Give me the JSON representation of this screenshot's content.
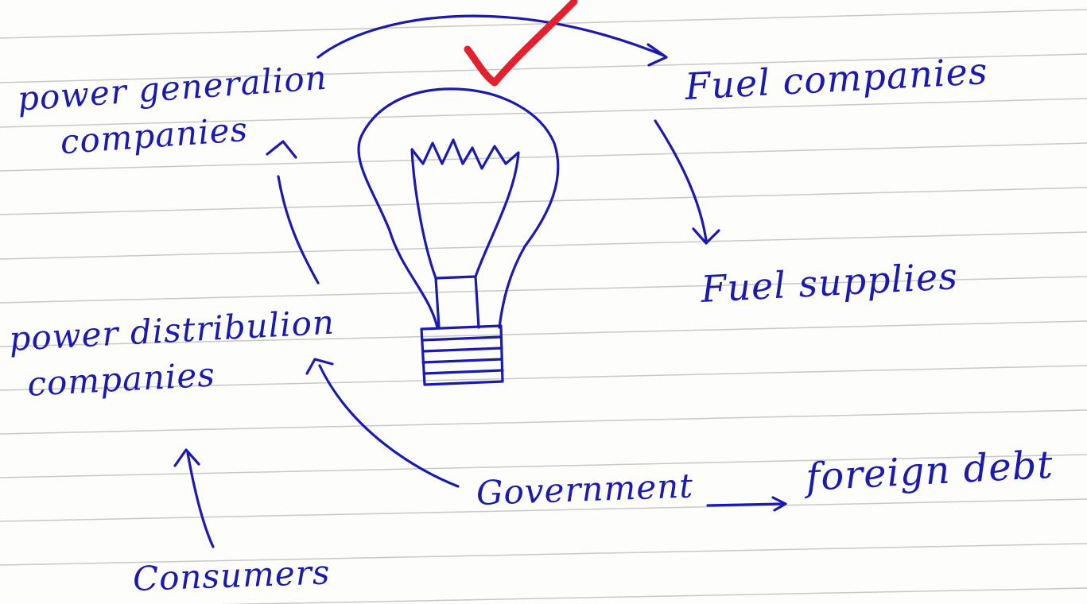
{
  "nodes": {
    "power_generation": [
      "power generalion",
      "companies"
    ],
    "fuel_companies": "Fuel companies",
    "fuel_supplies": "Fuel supplies",
    "power_distribution": [
      "power distribulion",
      "companies"
    ],
    "government": "Government",
    "foreign_debt": "foreign debt",
    "consumers": "Consumers"
  },
  "ink_color": "#1a1ab0",
  "check_color": "#e3212e",
  "icons": {
    "center": "light-bulb-icon",
    "check": "checkmark-icon"
  }
}
